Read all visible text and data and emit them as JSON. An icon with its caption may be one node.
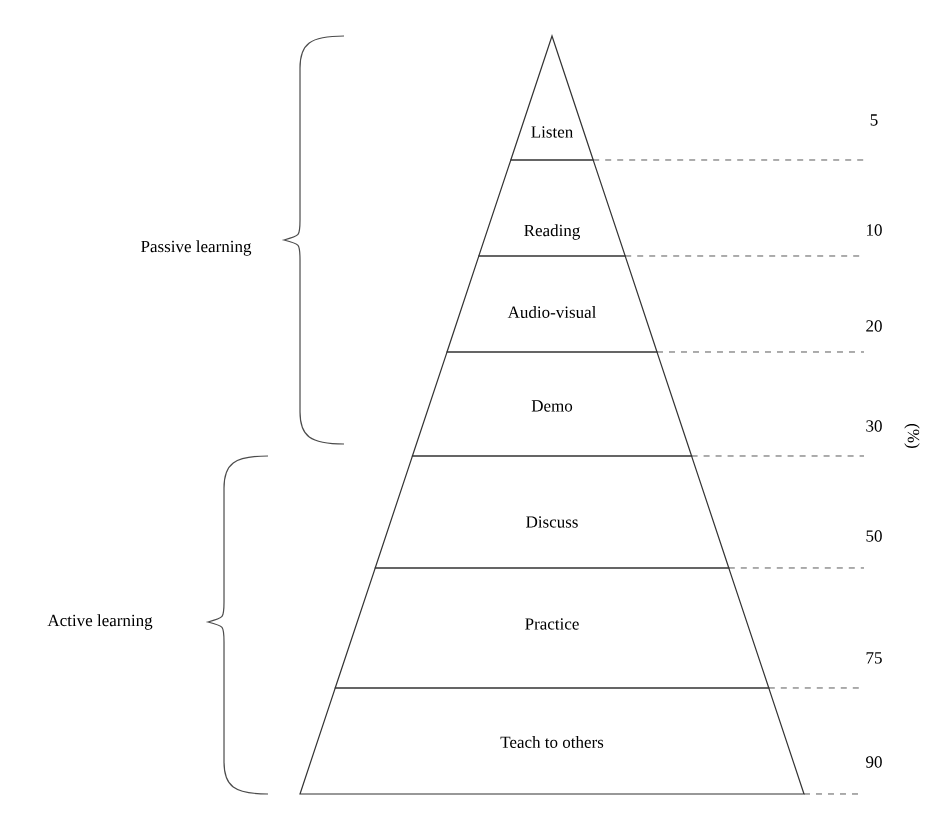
{
  "diagram": {
    "nodes": [
      {
        "text": [
          "Listen"
        ],
        "beside": [
          "5"
        ]
      },
      {
        "text": [
          "Reading"
        ],
        "beside": [
          "10"
        ]
      },
      {
        "text": [
          "Audio-visual"
        ],
        "beside": [
          "20"
        ]
      },
      {
        "text": [
          "Demo"
        ],
        "beside": [
          "30"
        ]
      },
      {
        "text": [
          "Discuss"
        ],
        "beside": [
          "50"
        ]
      },
      {
        "text": [
          "Practice"
        ],
        "beside": [
          "75"
        ]
      },
      {
        "text": [
          "Teach to others"
        ],
        "beside": [
          "90"
        ]
      }
    ],
    "edges": [],
    "labels": [
      "Passive learning",
      "Active learning",
      "(%)"
    ]
  }
}
